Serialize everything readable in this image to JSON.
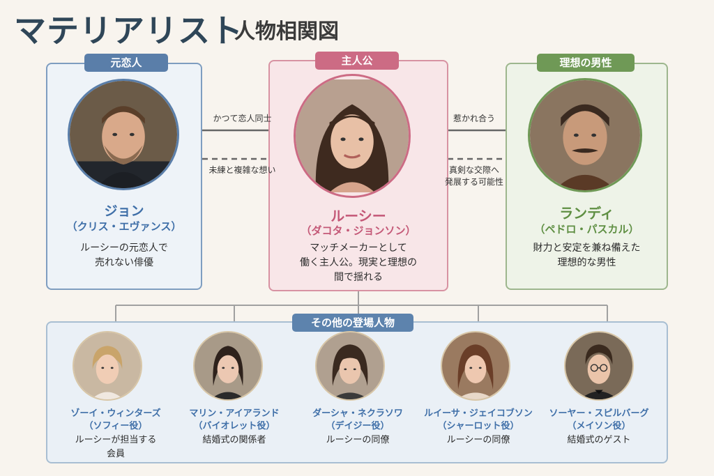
{
  "title": "マテリアリスト",
  "subtitle": "人物相関図",
  "left": {
    "tag": "元恋人",
    "name": "ジョン",
    "actor": "（クリス・エヴァンス）",
    "desc_line1": "ルーシーの元恋人で",
    "desc_line2": "売れない俳優"
  },
  "center": {
    "tag": "主人公",
    "name": "ルーシー",
    "actor": "（ダコタ・ジョンソン）",
    "desc_line1": "マッチメーカーとして",
    "desc_line2": "働く主人公。現実と理想の",
    "desc_line3": "間で揺れる"
  },
  "right": {
    "tag": "理想の男性",
    "name": "ランディ",
    "actor": "（ペドロ・パスカル）",
    "desc_line1": "財力と安定を兼ね備えた",
    "desc_line2": "理想的な男性"
  },
  "relations": {
    "left_to_center": "かつて恋人同士",
    "center_to_left": "未練と複雑な想い",
    "center_to_right": "惹かれ合う",
    "right_to_center_line1": "真剣な交際へ",
    "right_to_center_line2": "発展する可能性"
  },
  "others": {
    "tag": "その他の登場人物",
    "people": [
      {
        "name": "ゾーイ・ウィンターズ",
        "role": "（ソフィー役）",
        "desc_line1": "ルーシーが担当する",
        "desc_line2": "会員"
      },
      {
        "name": "マリン・アイアランド",
        "role": "（バイオレット役）",
        "desc_line1": "結婚式の関係者",
        "desc_line2": ""
      },
      {
        "name": "ダーシャ・ネクラソワ",
        "role": "（デイジー役）",
        "desc_line1": "ルーシーの同僚",
        "desc_line2": ""
      },
      {
        "name": "ルイーサ・ジェイコブソン",
        "role": "（シャーロット役）",
        "desc_line1": "ルーシーの同僚",
        "desc_line2": ""
      },
      {
        "name": "ソーヤー・スピルバーグ",
        "role": "（メイソン役）",
        "desc_line1": "結婚式のゲスト",
        "desc_line2": ""
      }
    ]
  },
  "colors": {
    "blue": "#5a7ea9",
    "pink": "#cc6b84",
    "green": "#6f9956",
    "title": "#2f4658"
  }
}
